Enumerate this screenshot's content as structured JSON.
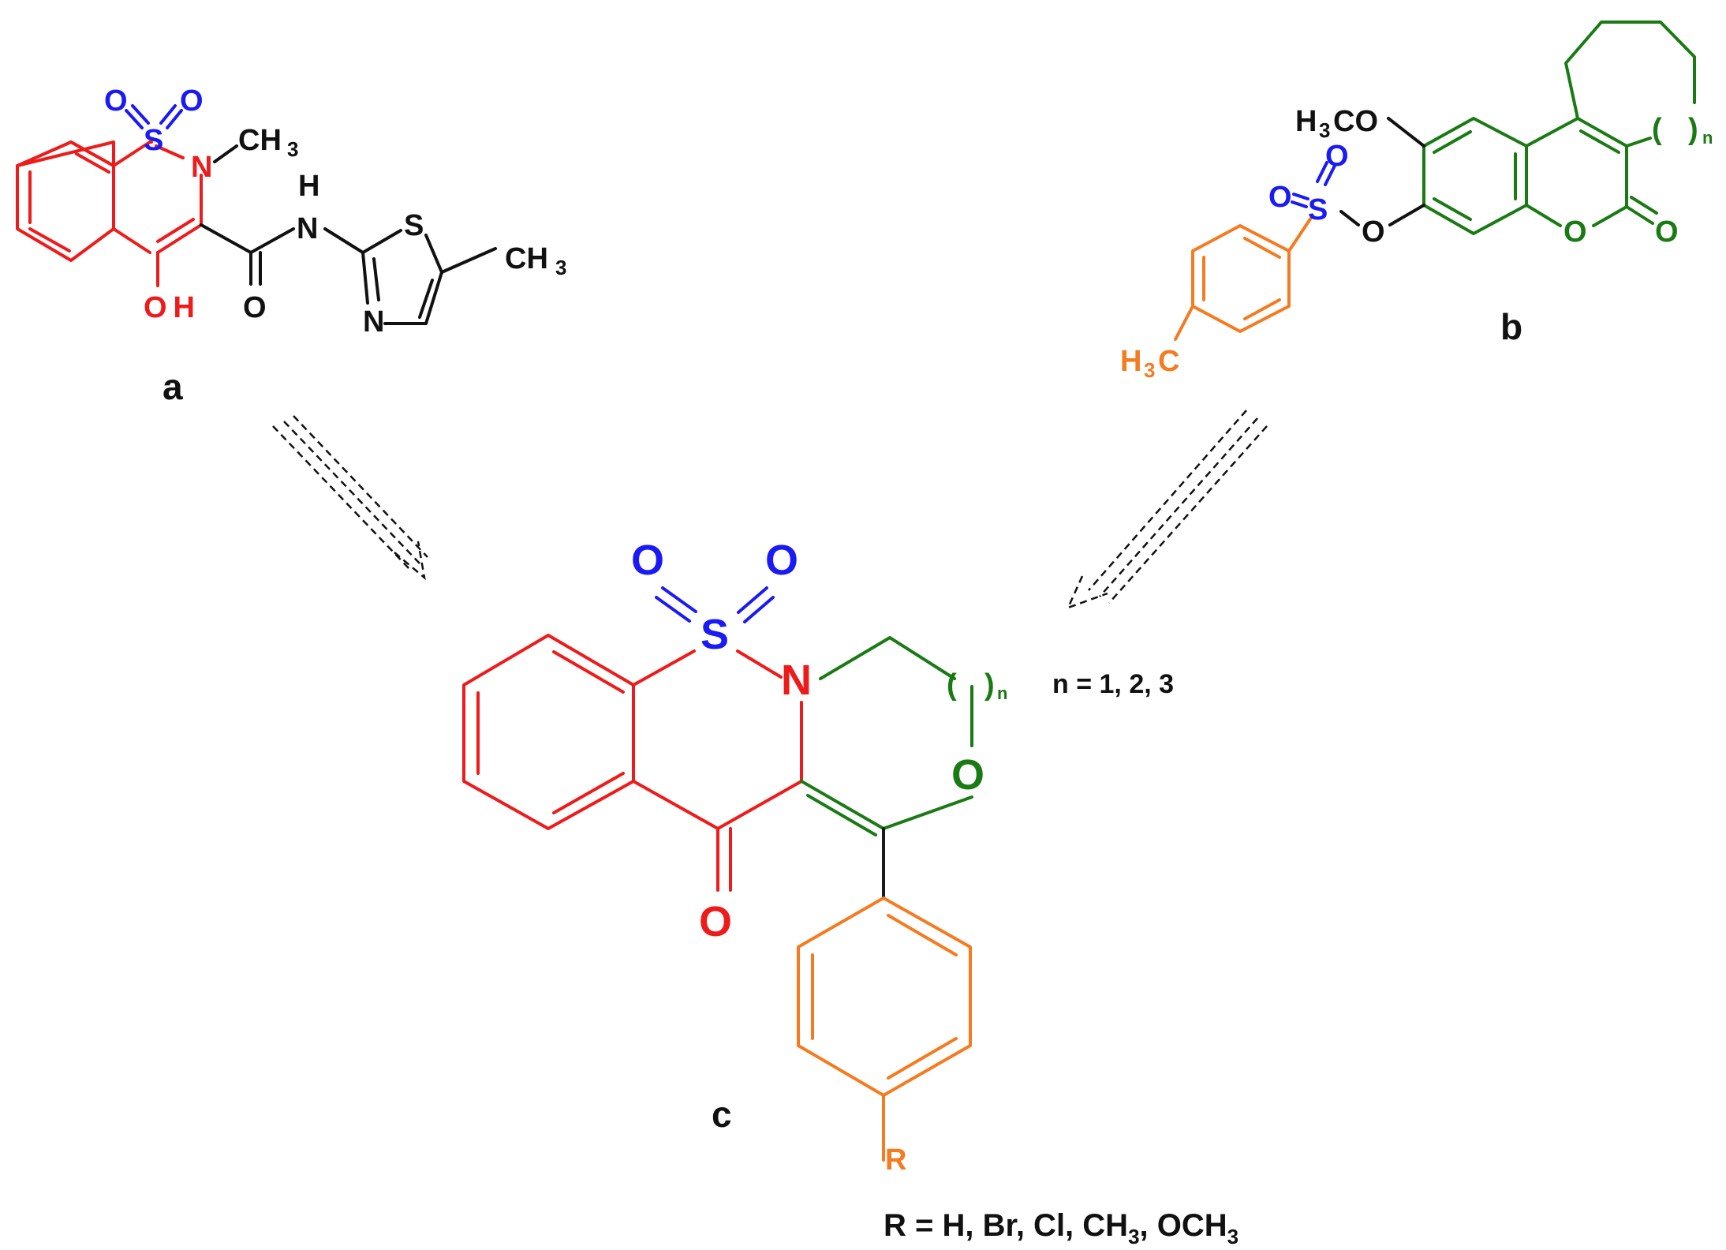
{
  "colors": {
    "black": "#111111",
    "red": "#ee1b1b",
    "blue": "#1a1af5",
    "green": "#1a7a14",
    "orange": "#f47b20"
  },
  "compound_a": {
    "label": "a",
    "atoms": {
      "o1": "O",
      "o2": "O",
      "s": "S",
      "n": "N",
      "ch3_c": "CH",
      "ch3_sub": "3",
      "oh": "OH",
      "o_amide": "O",
      "nh_n": "N",
      "nh_h": "H",
      "s_thiazole": "S",
      "n_thiazole": "N",
      "ch3b_c": "CH",
      "ch3b_sub": "3"
    }
  },
  "compound_b": {
    "label": "b",
    "atoms": {
      "h3co_h": "H",
      "h3co_sub": "3",
      "h3co_rest": "CO",
      "o_ring": "O",
      "o_carbonyl": "O",
      "o_ester": "O",
      "s": "S",
      "so1": "O",
      "so2": "O",
      "h3c_h": "H",
      "h3c_sub": "3",
      "h3c_c": "C",
      "paren_open": "(",
      "paren_close": ")",
      "n_sub": "n"
    }
  },
  "compound_c": {
    "label": "c",
    "atoms": {
      "o1": "O",
      "o2": "O",
      "s": "S",
      "n": "N",
      "o_ring": "O",
      "o_carbonyl": "O",
      "r": "R",
      "paren_open": "(",
      "paren_close": ")",
      "n_sub": "n"
    },
    "n_values": "n = 1, 2, 3",
    "r_values_prefix": "R = H, Br, Cl, CH",
    "r_values_sub": "3",
    "r_values_mid": ", OCH",
    "r_values_sub2": "3"
  }
}
